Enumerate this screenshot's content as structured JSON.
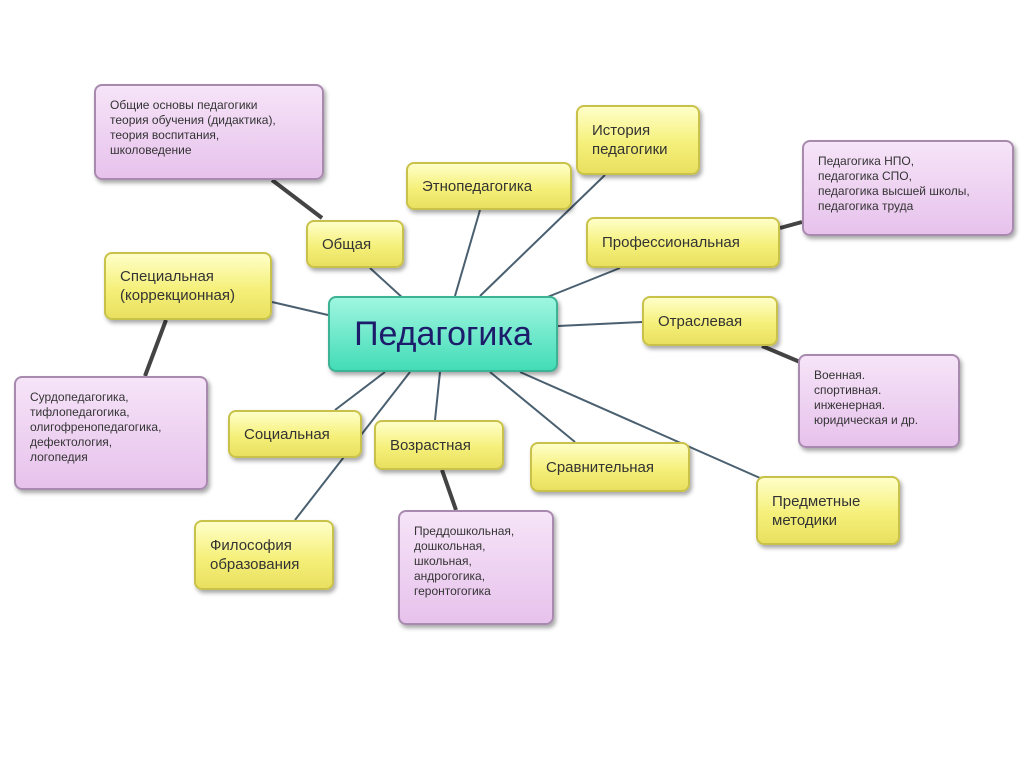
{
  "center": "Педагогика",
  "branches": {
    "general": "Общая",
    "ethno": "Этнопедагогика",
    "history": "История\nпедагогики",
    "professional": "Профессиональная",
    "sectoral": "Отраслевая",
    "special": "Специальная\n(коррекционная)",
    "social": "Социальная",
    "age": "Возрастная",
    "comparative": "Сравнительная",
    "subject": "Предметные\nметодики",
    "philosophy": "Философия\nобразования"
  },
  "details": {
    "general": "Общие основы педагогики\nтеория обучения (дидактика),\nтеория воспитания,\nшколоведение",
    "professional": "Педагогика НПО,\nпедагогика СПО,\nпедагогика высшей школы,\nпедагогика труда",
    "sectoral": "Военная.\nспортивная.\nинженерная.\nюридическая и др.",
    "special": "Сурдопедагогика,\nтифлопедагогика,\nолигофренопедагогика,\nдефектология,\nлогопедия",
    "age": "Преддошкольная,\nдошкольная,\nшкольная,\nандрогогика,\nгеронтогогика"
  },
  "colors": {
    "branch": "#f5f07a",
    "detail": "#e7c2ec",
    "center": "#43dcb7"
  }
}
